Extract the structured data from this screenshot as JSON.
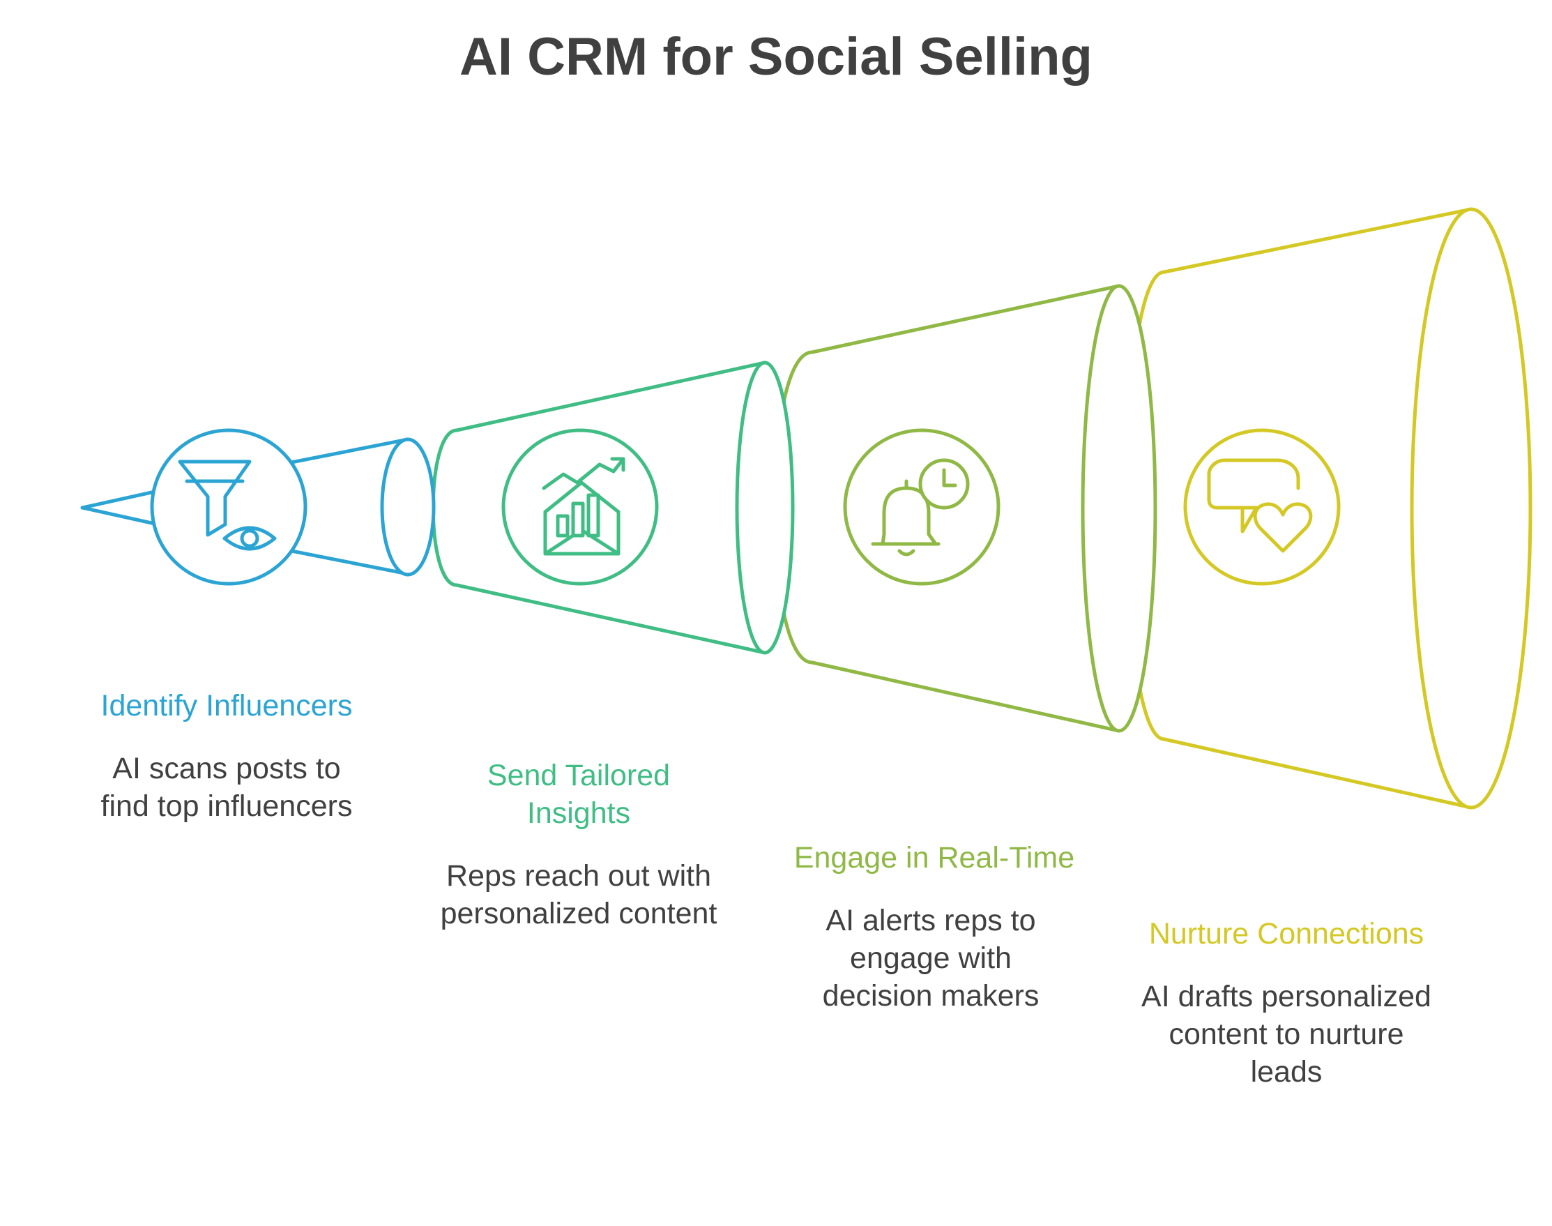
{
  "title": "AI CRM for Social Selling",
  "colors": {
    "title": "#404040",
    "step1": "#2ba4d4",
    "step2": "#3fbd84",
    "step3": "#8fb845",
    "step4": "#d4c824",
    "body_text": "#404040"
  },
  "steps": [
    {
      "heading": "Identify Influencers",
      "description": "AI scans posts to find top influencers",
      "icon": "funnel-eye-icon"
    },
    {
      "heading": "Send Tailored Insights",
      "description": "Reps reach out with personalized content",
      "icon": "envelope-chart-icon"
    },
    {
      "heading": "Engage in Real-Time",
      "description": "AI alerts reps to engage with decision makers",
      "icon": "bell-clock-icon"
    },
    {
      "heading": "Nurture Connections",
      "description": "AI drafts personalized content to nurture leads",
      "icon": "chat-heart-icon"
    }
  ]
}
